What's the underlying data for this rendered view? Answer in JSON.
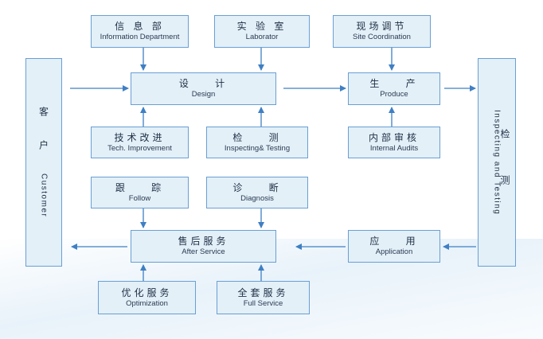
{
  "nodes": {
    "info_dept": {
      "zh": "信 息 部",
      "en": "Information Department"
    },
    "laboratory": {
      "zh": "实 验 室",
      "en": "Laborator"
    },
    "site_coord": {
      "zh": "现场调节",
      "en": "Site Coordination"
    },
    "design": {
      "zh": "设    计",
      "en": "Design"
    },
    "produce": {
      "zh": "生    产",
      "en": "Produce"
    },
    "tech_improve": {
      "zh": "技术改进",
      "en": "Tech. Improvement"
    },
    "inspect_test": {
      "zh": "检    测",
      "en": "Inspecting& Testing"
    },
    "internal_audits": {
      "zh": "内部审核",
      "en": "Internal Audits"
    },
    "follow": {
      "zh": "跟    踪",
      "en": "Follow"
    },
    "diagnosis": {
      "zh": "诊    断",
      "en": "Diagnosis"
    },
    "after_service": {
      "zh": "售后服务",
      "en": "After Service"
    },
    "application": {
      "zh": "应    用",
      "en": "Application"
    },
    "optimization": {
      "zh": "优化服务",
      "en": "Optimization"
    },
    "full_service": {
      "zh": "全套服务",
      "en": "Full Service"
    },
    "customer": {
      "zh": "客户",
      "en": "Customer"
    },
    "inspecting_testing_right": {
      "zh": "检测",
      "en": "Inspecting and Testing"
    }
  },
  "colors": {
    "box_fill": "#e3f0f8",
    "box_border": "#6a9fd3",
    "arrow": "#3f7fc4",
    "text": "#1f2f45"
  }
}
